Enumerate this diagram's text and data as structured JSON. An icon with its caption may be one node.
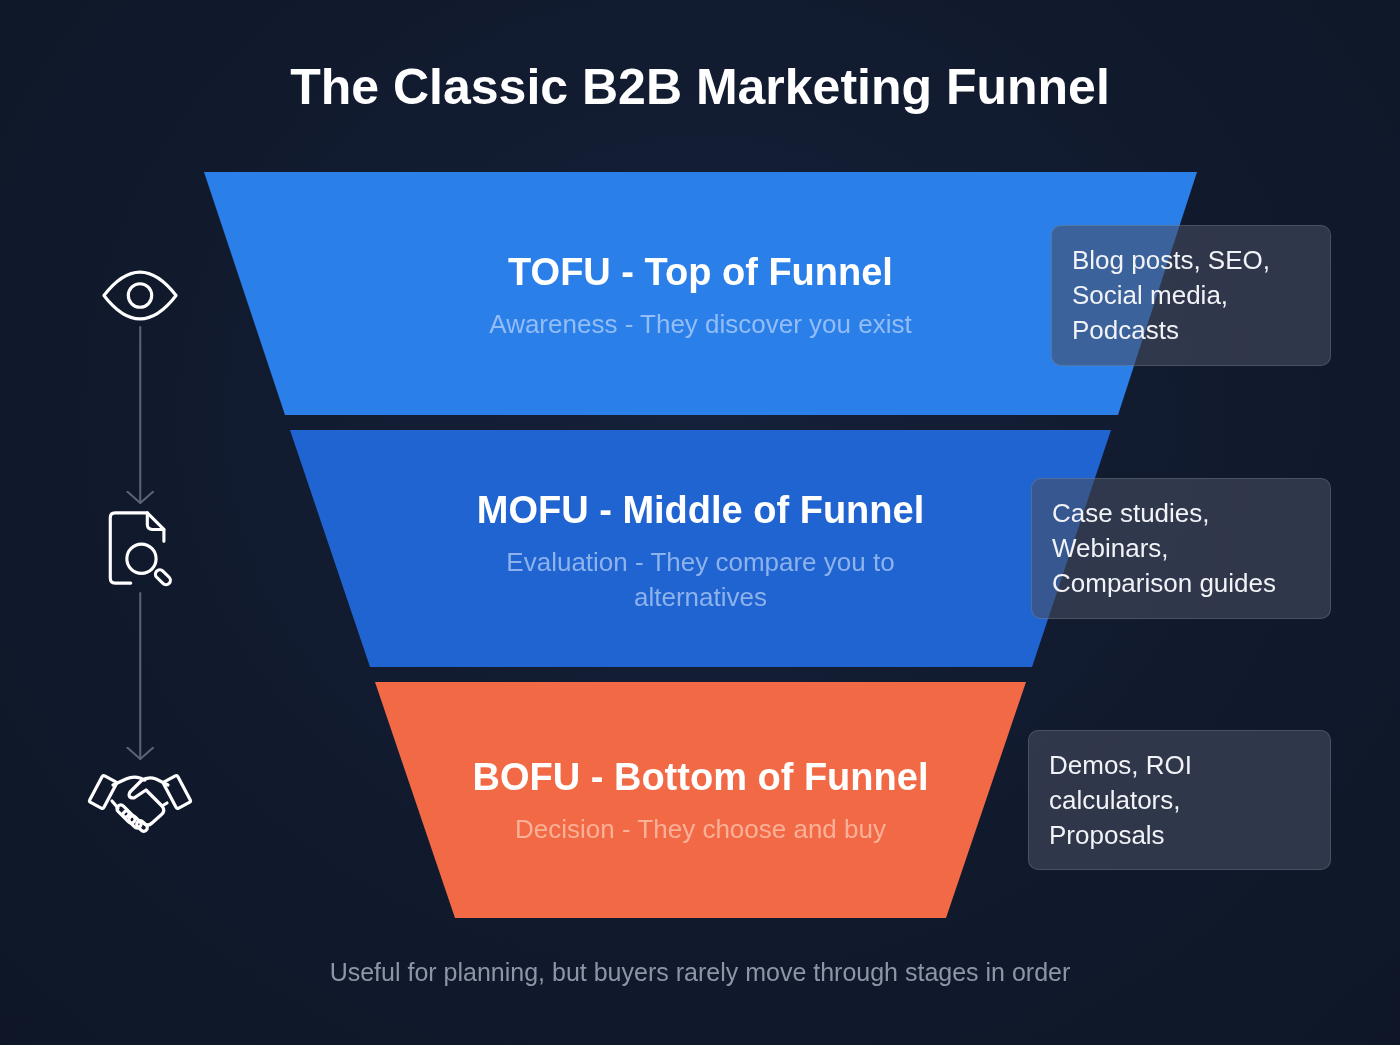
{
  "diagram": {
    "title": "The Classic B2B Marketing Funnel",
    "nodes": [
      {
        "text": [],
        "shape": "picture"
      },
      {
        "text": [
          "TOFU - Top of Funnel",
          "Awareness - They discover you exist"
        ]
      },
      {
        "text": [
          "Blog posts, SEO, Social media, Podcasts"
        ]
      },
      {
        "text": [],
        "shape": "picture"
      },
      {
        "text": [
          "MOFU - Middle of Funnel",
          "Evaluation - They compare you to alternatives"
        ]
      },
      {
        "text": [
          "Case studies, Webinars, Comparison guides"
        ]
      },
      {
        "text": [],
        "shape": "picture"
      },
      {
        "text": [
          "BOFU - Bottom of Funnel",
          "Decision - They choose and buy"
        ]
      },
      {
        "text": [
          "Demos, ROI calculators, Proposals"
        ]
      }
    ],
    "edges": [
      {
        "from": 0,
        "to": 3,
        "arrow": "to"
      },
      {
        "from": 3,
        "to": 6,
        "arrow": "to"
      }
    ],
    "caption": "Useful for planning, but buyers rarely move through stages in order"
  }
}
